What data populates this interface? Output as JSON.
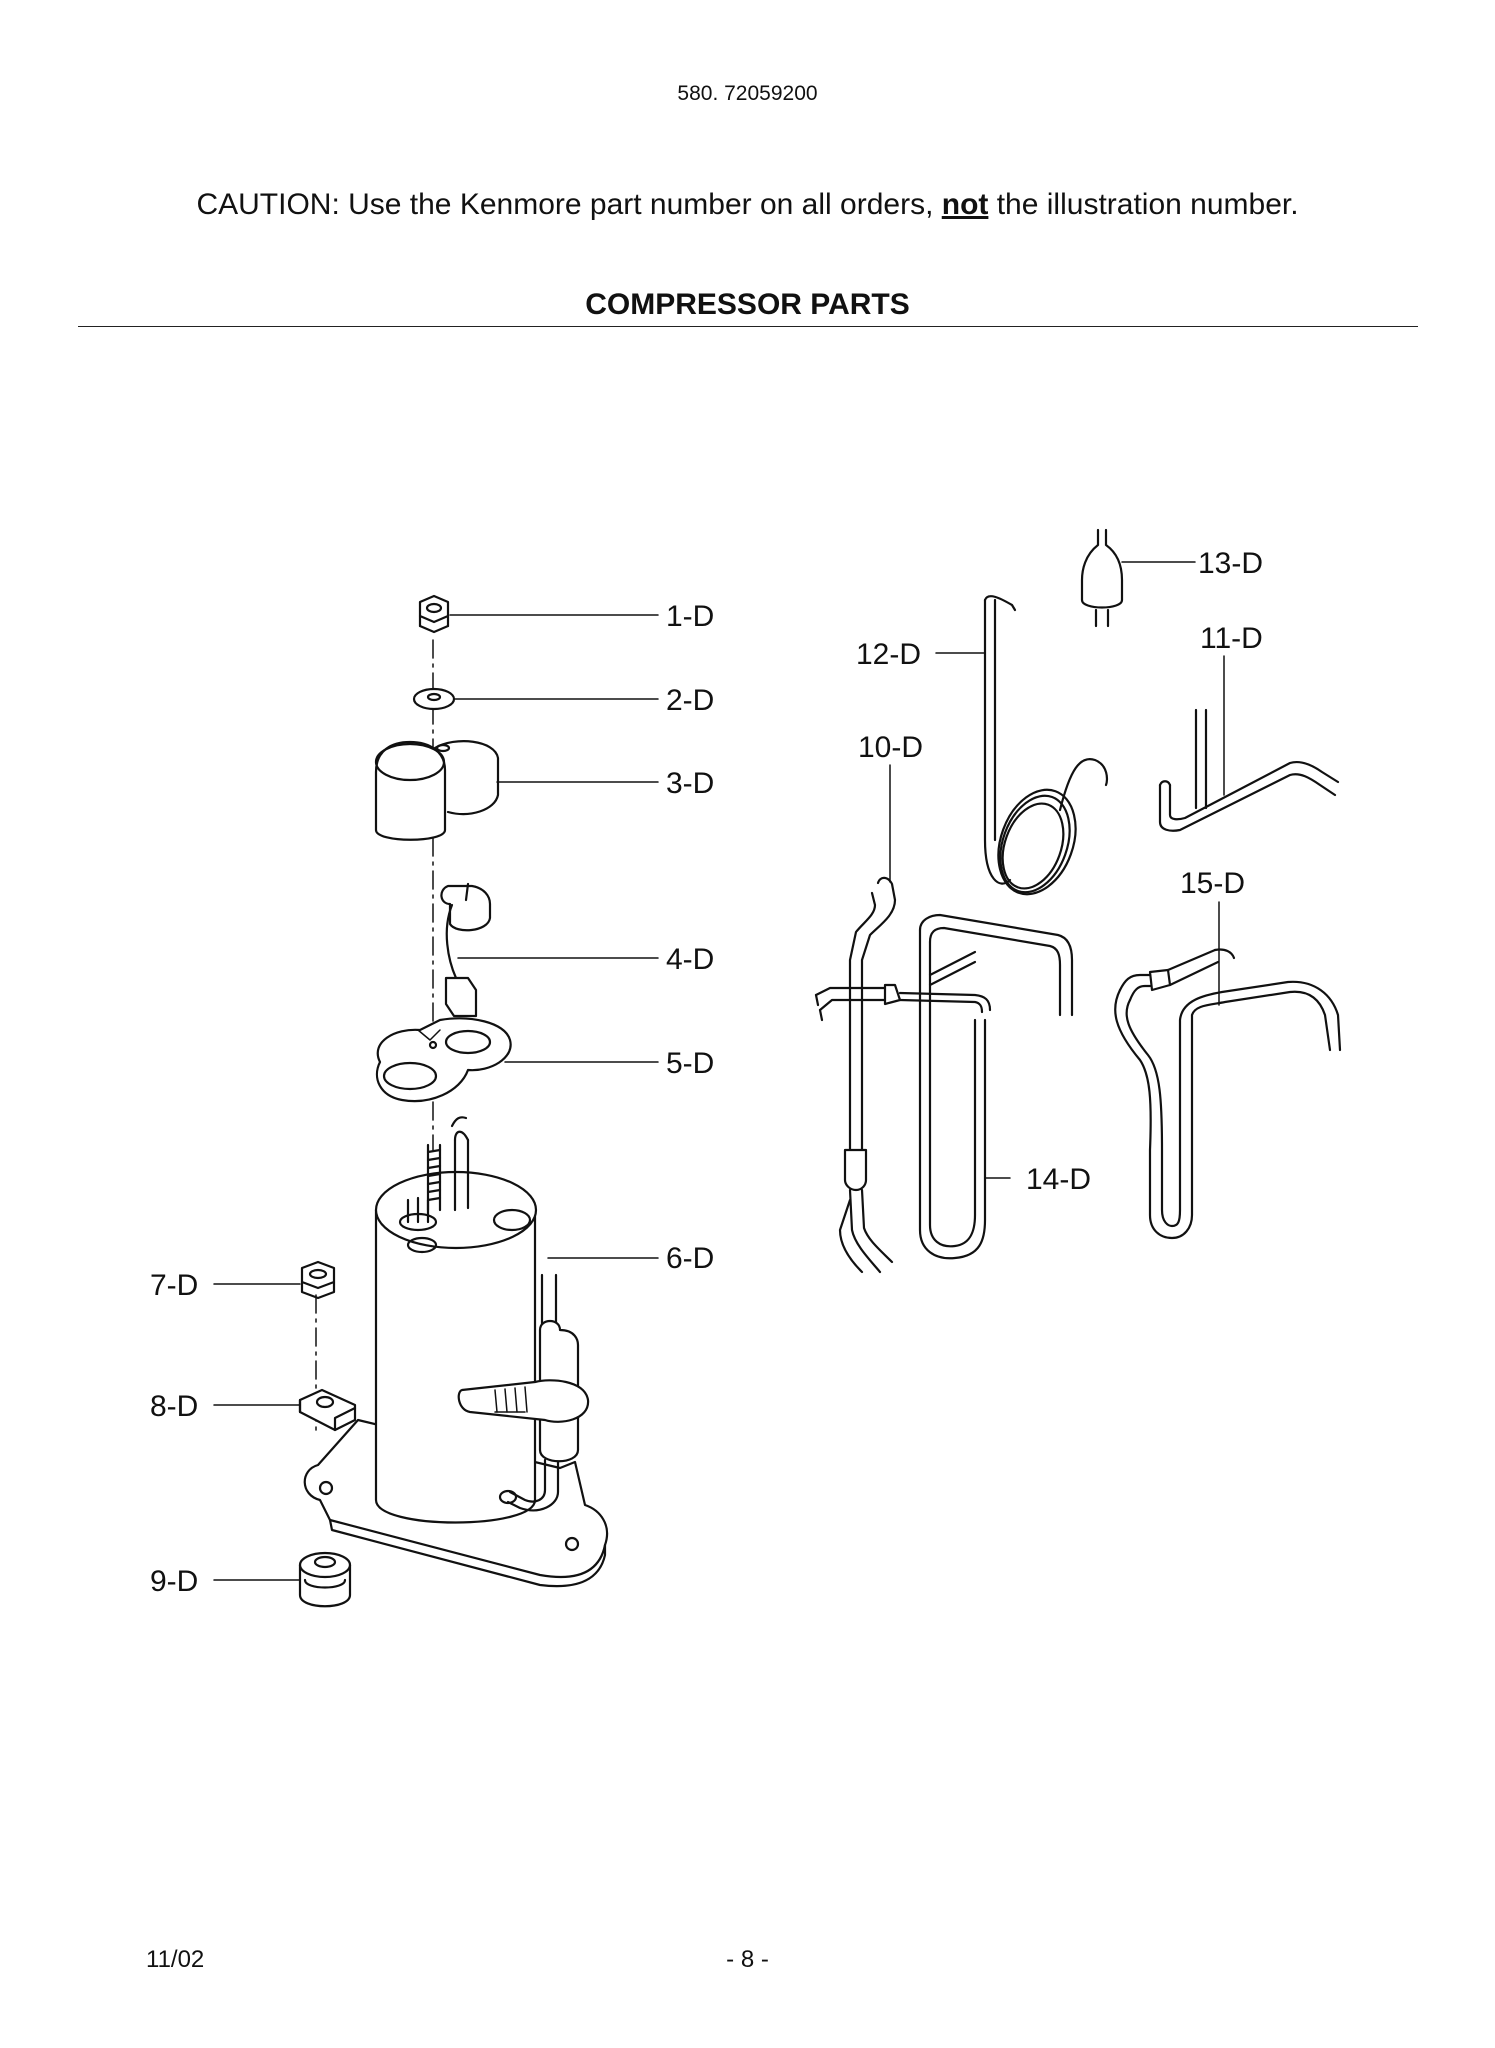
{
  "header": {
    "model_number": "580. 72059200",
    "caution_prefix": "CAUTION: Use the Kenmore part number on all orders, ",
    "caution_emphasis": "not",
    "caution_suffix": " the illustration number.",
    "section_title": "COMPRESSOR PARTS"
  },
  "callouts": {
    "c1": "1-D",
    "c2": "2-D",
    "c3": "3-D",
    "c4": "4-D",
    "c5": "5-D",
    "c6": "6-D",
    "c7": "7-D",
    "c8": "8-D",
    "c9": "9-D",
    "c10": "10-D",
    "c11": "11-D",
    "c12": "12-D",
    "c13": "13-D",
    "c14": "14-D",
    "c15": "15-D"
  },
  "footer": {
    "date": "11/02",
    "page": "- 8 -"
  }
}
